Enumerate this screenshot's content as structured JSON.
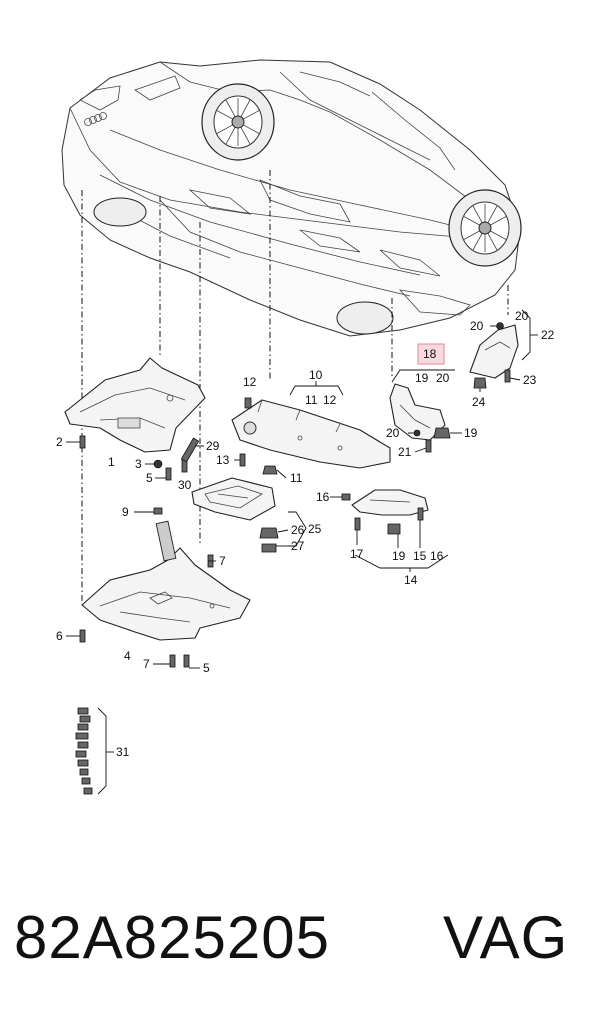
{
  "callouts": {
    "c1": "1",
    "c2": "2",
    "c3": "3",
    "c4": "4",
    "c5a": "5",
    "c5b": "5",
    "c6": "6",
    "c7a": "7",
    "c7b": "7",
    "c9": "9",
    "c10": "10",
    "c11a": "11",
    "c11b": "11",
    "c12a": "12",
    "c12b": "12",
    "c13": "13",
    "c14": "14",
    "c15": "15",
    "c16a": "16",
    "c16b": "16",
    "c17": "17",
    "c18": "18",
    "c19a": "19",
    "c19b": "19",
    "c19c": "19",
    "c20a": "20",
    "c20b": "20",
    "c20c": "20",
    "c20d": "20",
    "c21": "21",
    "c22": "22",
    "c23": "23",
    "c24": "24",
    "c25": "25",
    "c26": "26",
    "c27": "27",
    "c29": "29",
    "c30": "30",
    "c31": "31"
  },
  "caption": {
    "part_number": "82A825205",
    "brand": "VAG"
  },
  "colors": {
    "highlight_fill": "#f7d9df",
    "highlight_stroke": "#e08a9a",
    "line": "#111111"
  }
}
